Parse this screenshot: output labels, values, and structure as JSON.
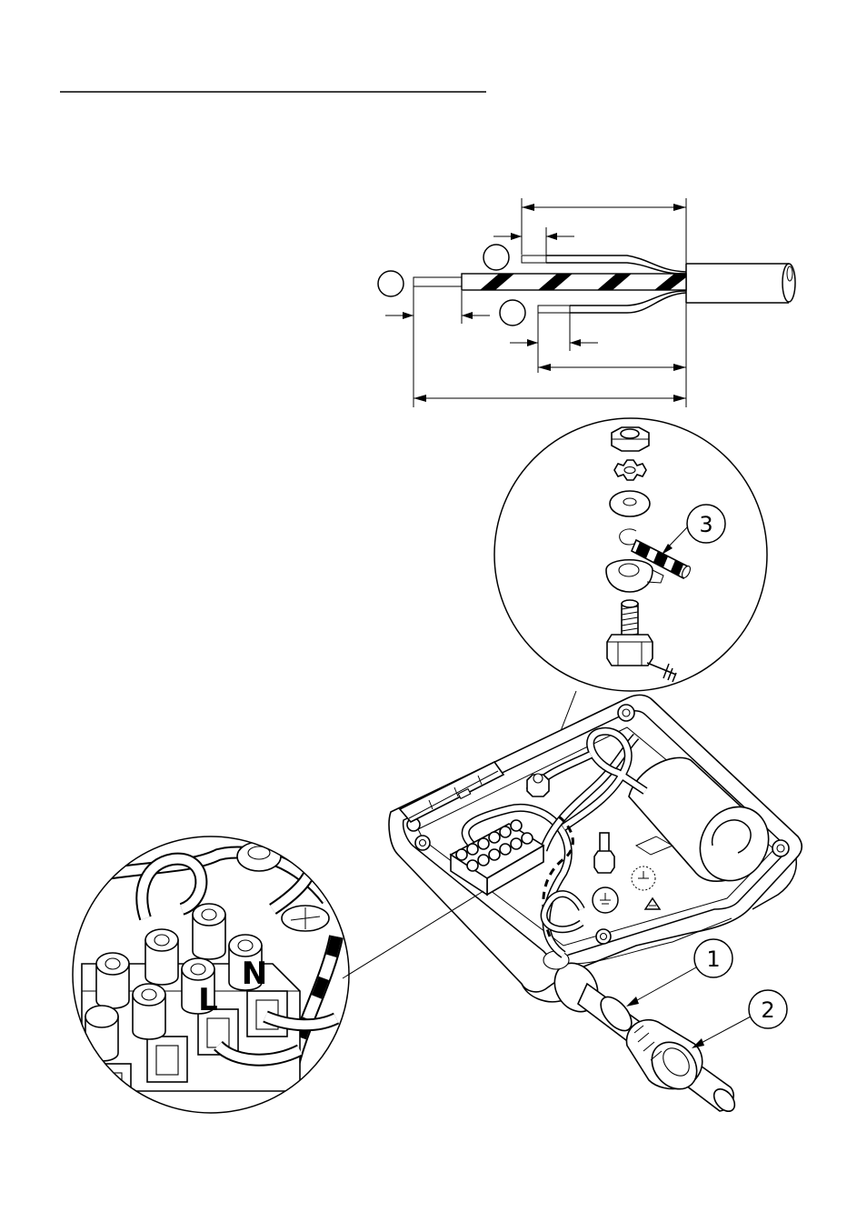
{
  "callouts": [
    {
      "id": "1",
      "label": "1"
    },
    {
      "id": "2",
      "label": "2"
    },
    {
      "id": "3",
      "label": "3"
    }
  ],
  "terminal_labels": {
    "live": "L",
    "neutral": "N"
  },
  "icons": [
    "ground-symbol-icon",
    "recycle-icon",
    "earth-marking-icon"
  ]
}
